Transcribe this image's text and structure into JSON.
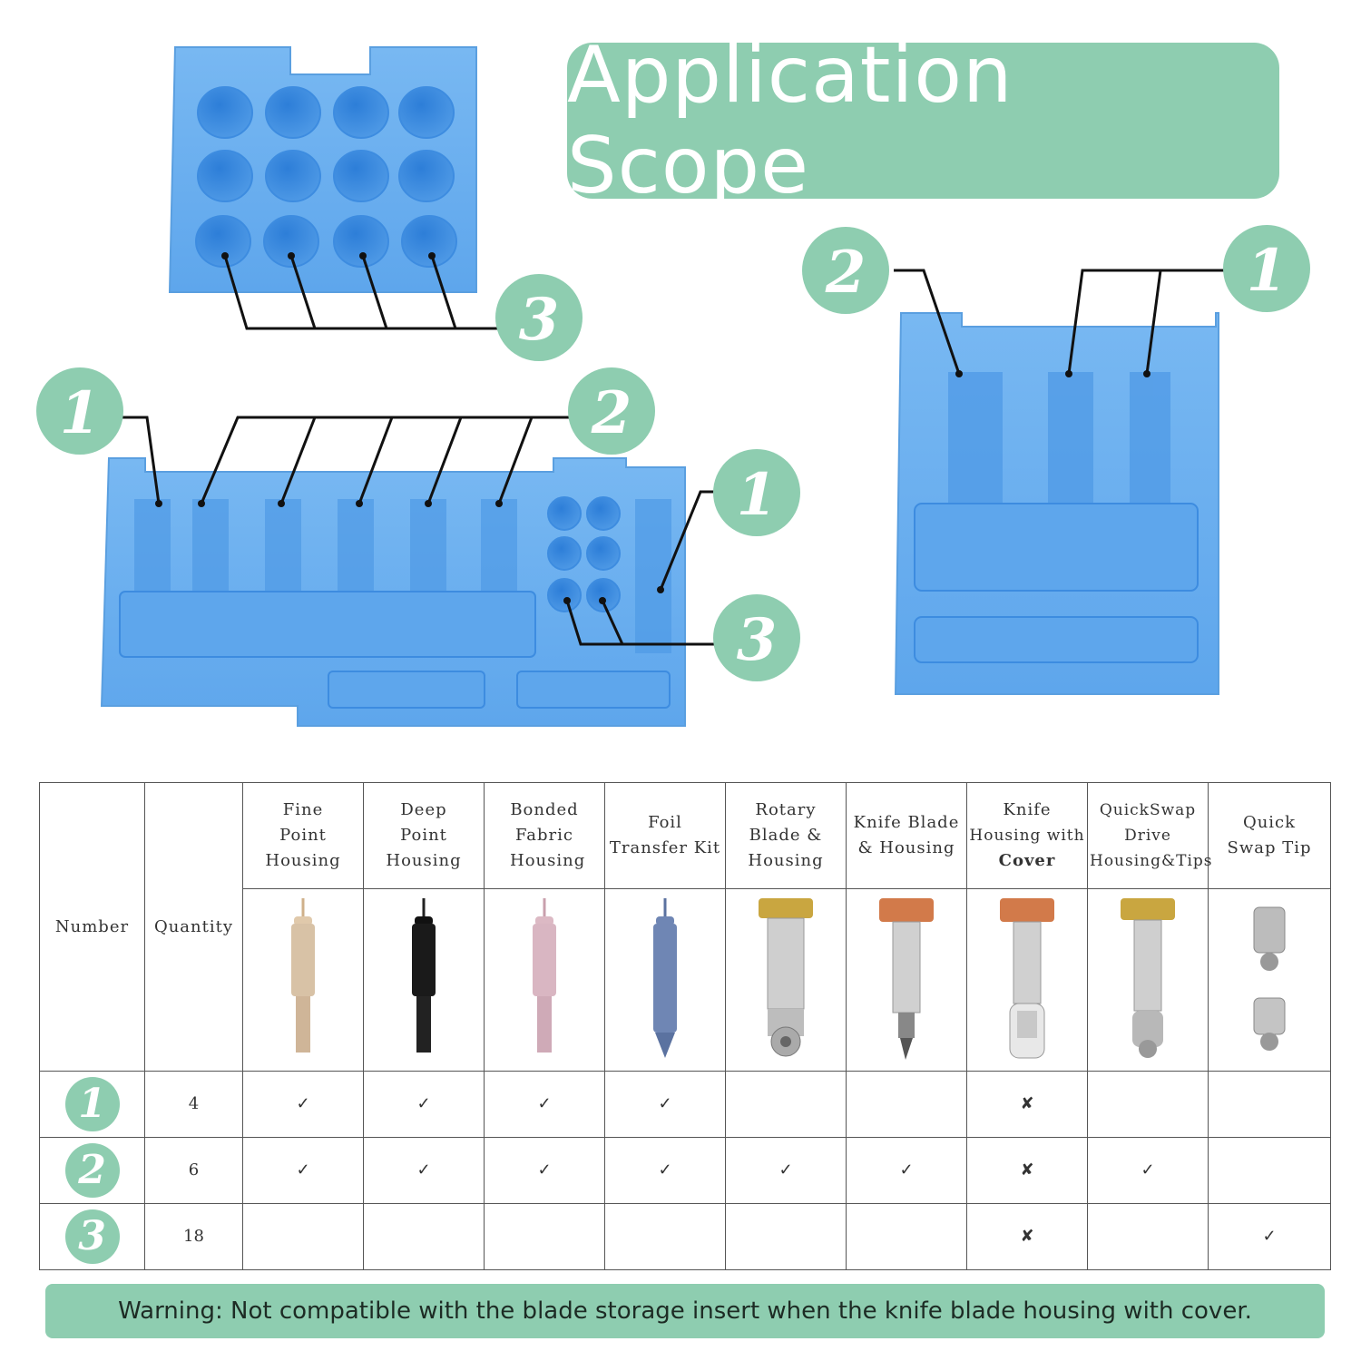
{
  "title": "Application Scope",
  "callouts": {
    "top_left_tray": [
      "3"
    ],
    "bottom_left_tray": [
      "1",
      "2",
      "1",
      "3"
    ],
    "right_tray": [
      "2",
      "1"
    ]
  },
  "table": {
    "number_header": "Number",
    "quantity_header": "Quantity",
    "tools": [
      {
        "name": "Fine Point Housing",
        "icon": "fine-point-housing",
        "color": "#d8c2a6"
      },
      {
        "name": "Deep Point Housing",
        "icon": "deep-point-housing",
        "color": "#1a1a1a"
      },
      {
        "name": "Bonded Fabric Housing",
        "icon": "bonded-fabric-housing",
        "color": "#d9b6c2"
      },
      {
        "name": "Foil Transfer Kit",
        "icon": "foil-transfer-kit",
        "color": "#6f86b4"
      },
      {
        "name": "Rotary Blade & Housing",
        "icon": "rotary-blade-housing",
        "color": "#c9a640"
      },
      {
        "name": "Knife Blade & Housing",
        "icon": "knife-blade-housing",
        "color": "#d27a4a"
      },
      {
        "name_line1": "Knife",
        "name_line2": "Housing with",
        "name_line3": "Cover",
        "icon": "knife-housing-with-cover",
        "color": "#d27a4a"
      },
      {
        "name": "QuickSwap Drive Housing&Tips",
        "icon": "quickswap-drive-housing",
        "color": "#c9a640"
      },
      {
        "name": "Quick Swap Tip",
        "icon": "quick-swap-tip",
        "color": "#b5b5b5"
      }
    ],
    "rows": [
      {
        "number": "1",
        "quantity": "4",
        "marks": [
          "✓",
          "✓",
          "✓",
          "✓",
          "",
          "",
          "✘",
          "",
          ""
        ]
      },
      {
        "number": "2",
        "quantity": "6",
        "marks": [
          "✓",
          "✓",
          "✓",
          "✓",
          "✓",
          "✓",
          "✘",
          "✓",
          ""
        ]
      },
      {
        "number": "3",
        "quantity": "18",
        "marks": [
          "",
          "",
          "",
          "",
          "",
          "",
          "✘",
          "",
          "✓"
        ]
      }
    ]
  },
  "warning": "Warning: Not compatible with the blade storage insert when the knife blade housing with cover.",
  "colors": {
    "accent": "#8ecdb0",
    "tray": "#6fb0ee",
    "tray_dark": "#3f8fe0"
  }
}
